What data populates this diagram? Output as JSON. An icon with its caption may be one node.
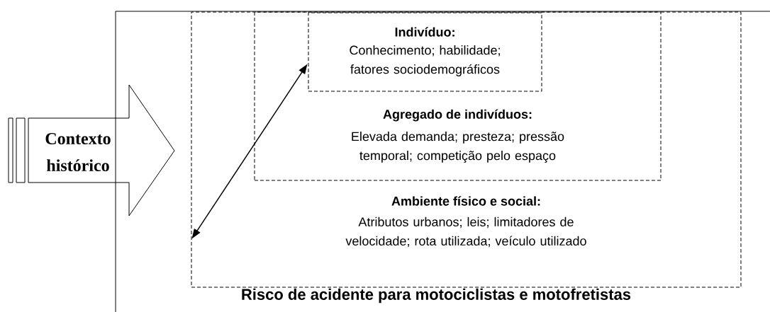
{
  "diagram": {
    "nodes": [
      {
        "text": [
          "Risco de acidente para motociclistas e motofretistas"
        ]
      },
      {
        "text": [
          "Ambiente físico e social:",
          "Atributos urbanos; leis; limitadores de velocidade; rota utilizada; veículo utilizado"
        ],
        "in": 0
      },
      {
        "text": [
          "Agregado de indivíduos:",
          "Elevada demanda; presteza; pressão temporal; competição pelo espaço"
        ],
        "in": 1
      },
      {
        "text": [
          "Indivíduo:",
          "Conhecimento; habilidade; fatores sociodemográficos"
        ],
        "in": 2
      },
      {
        "text": [
          "Contexto histórico"
        ]
      }
    ],
    "edges": [
      {
        "from": 1,
        "to": 3,
        "arrow": "both"
      }
    ]
  }
}
